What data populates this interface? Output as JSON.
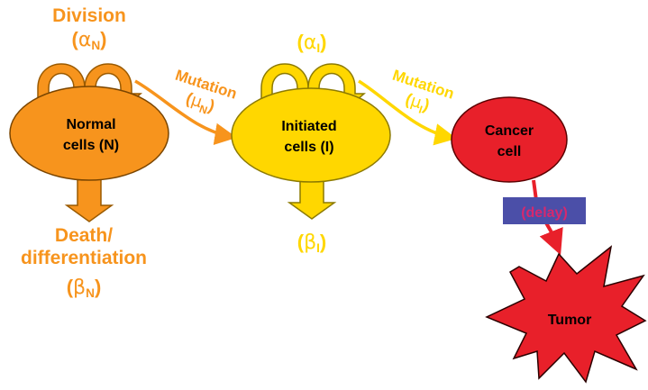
{
  "colors": {
    "normal": "#F7941D",
    "initiated": "#FFD700",
    "cancer": "#E8202A",
    "delay_box": "#4B4FA8",
    "delay_text": "#D6286E",
    "arrow_red": "#E8202A"
  },
  "normal": {
    "line1": "Normal",
    "line2": "cells (N)",
    "division_label": "Division",
    "division_greek": "α",
    "division_sub": "N",
    "death_line1": "Death/",
    "death_line2": "differentiation",
    "death_greek": "β",
    "death_sub": "N"
  },
  "mutation1": {
    "label": "Mutation",
    "greek": "μ",
    "sub": "N"
  },
  "initiated": {
    "line1": "Initiated",
    "line2": "cells (I)",
    "division_greek": "α",
    "division_sub": "I",
    "death_greek": "β",
    "death_sub": "I"
  },
  "mutation2": {
    "label": "Mutation",
    "greek": "μ",
    "sub": "I"
  },
  "cancer": {
    "line1": "Cancer",
    "line2": "cell"
  },
  "delay": {
    "label": "(delay)"
  },
  "tumor": {
    "label": "Tumor"
  }
}
